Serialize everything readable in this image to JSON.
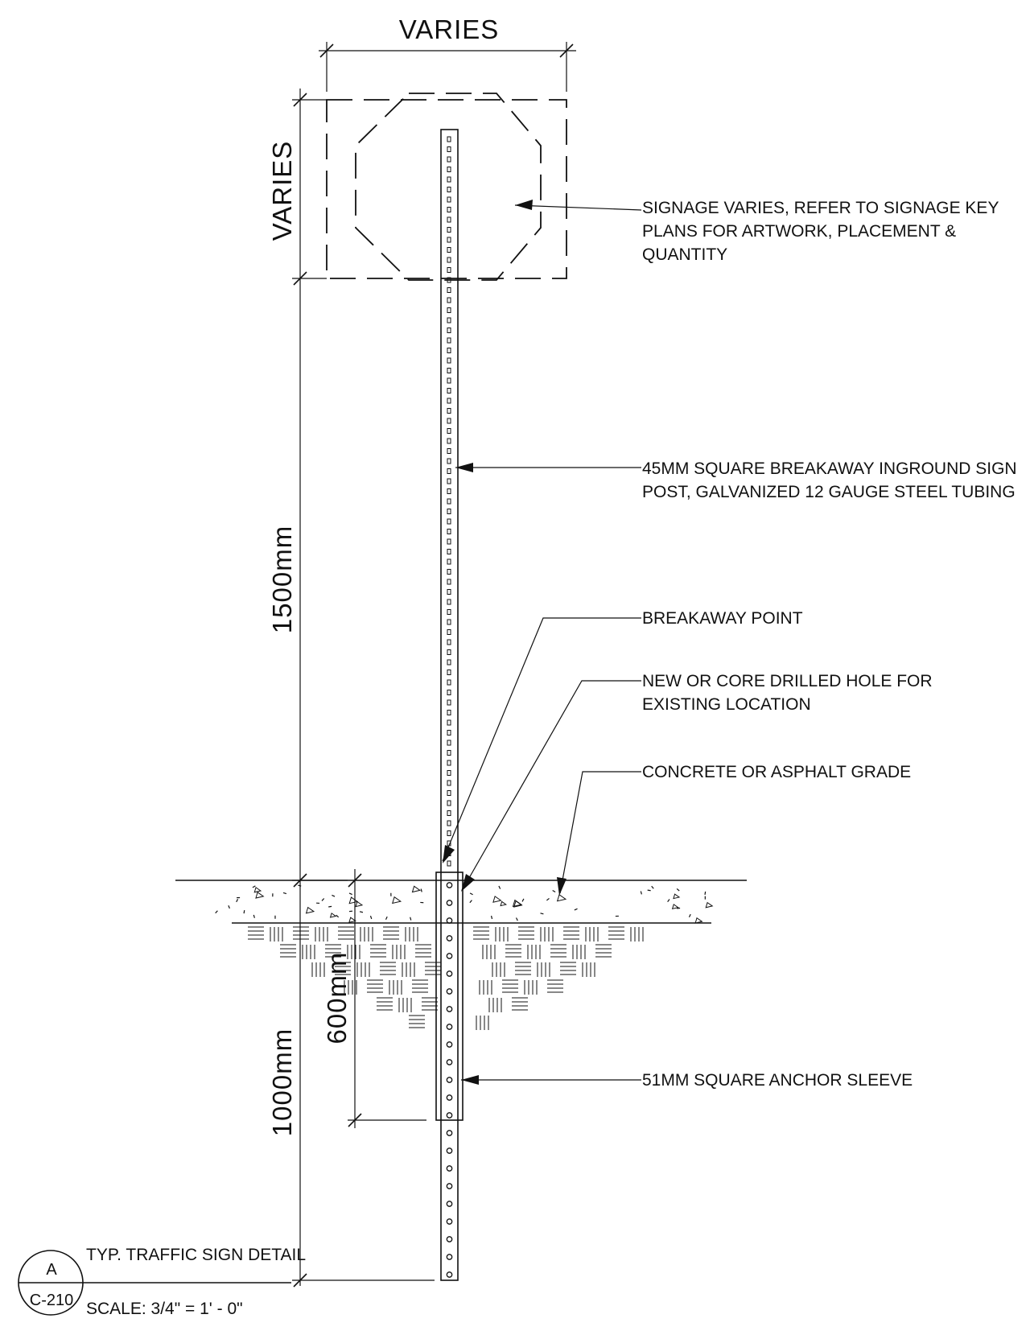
{
  "dimensions": {
    "sign_width": "VARIES",
    "sign_height": "VARIES",
    "post_height_above_grade": "1500mm",
    "post_embed_depth": "1000mm",
    "sleeve_depth": "600mm"
  },
  "callouts": {
    "signage": [
      "SIGNAGE VARIES, REFER TO SIGNAGE KEY",
      "PLANS FOR ARTWORK, PLACEMENT &",
      "QUANTITY"
    ],
    "post": [
      "45MM SQUARE BREAKAWAY INGROUND SIGN",
      "POST, GALVANIZED 12 GAUGE STEEL TUBING"
    ],
    "breakaway": [
      "BREAKAWAY POINT"
    ],
    "hole": [
      "NEW OR CORE DRILLED HOLE FOR",
      "EXISTING LOCATION"
    ],
    "grade": [
      "CONCRETE OR ASPHALT GRADE"
    ],
    "sleeve": [
      "51MM SQUARE ANCHOR SLEEVE"
    ]
  },
  "title_block": {
    "detail_letter": "A",
    "sheet_number": "C-210",
    "title": "TYP. TRAFFIC SIGN DETAIL",
    "scale": "SCALE: 3/4\" = 1' - 0\""
  }
}
